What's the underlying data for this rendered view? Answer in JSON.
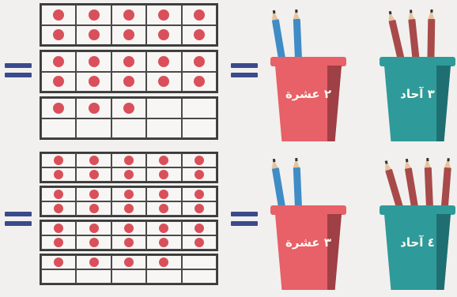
{
  "colors": {
    "dot": "#d9505a",
    "equals": "#3a4a8c",
    "tens_cup": "#e86068",
    "tens_cup_shade": "#9e4046",
    "ones_cup": "#2f9a9a",
    "ones_cup_shade": "#1f6f72",
    "tens_pencil": "#3f8cc6",
    "ones_pencil": "#a84a4a"
  },
  "icons": {
    "equals": "equals-sign",
    "pencil": "pencil",
    "cup": "pencil-cup"
  },
  "problems": [
    {
      "tens_label": "٢ عشرة",
      "ones_label": "٣ آحاد",
      "tens_pencils": 2,
      "ones_pencils": 3,
      "ten_frames": [
        {
          "filled": 10
        },
        {
          "filled": 10
        },
        {
          "filled": 3
        }
      ]
    },
    {
      "tens_label": "٣ عشرة",
      "ones_label": "٤ آحاد",
      "tens_pencils": 2,
      "ones_pencils": 4,
      "ten_frames": [
        {
          "filled": 10
        },
        {
          "filled": 10
        },
        {
          "filled": 10
        },
        {
          "filled": 4
        }
      ]
    }
  ]
}
